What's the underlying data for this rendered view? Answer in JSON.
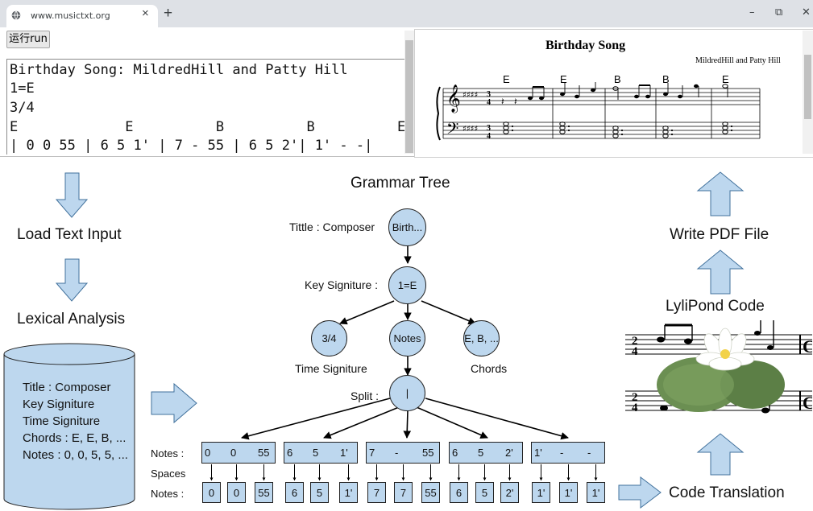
{
  "browser": {
    "tab_title": "www.musictxt.org",
    "tab_close": "×",
    "new_tab": "+",
    "minimize": "–",
    "restore": "⧉",
    "close": "✕",
    "run_button": "运行run"
  },
  "editor": {
    "lines": [
      "Birthday Song: MildredHill and Patty Hill",
      "1=E",
      "3/4",
      "E             E          B          B          E",
      "| 0 0 55 | 6 5 1' | 7 - 55 | 6 5 2'| 1' - -|"
    ]
  },
  "sheet": {
    "title": "Birthday Song",
    "composer": "MildredHill and Patty Hill",
    "chords": [
      "E",
      "E",
      "B",
      "B",
      "E"
    ]
  },
  "steps": {
    "load": "Load Text Input",
    "lexical": "Lexical Analysis",
    "write_pdf": "Write PDF File",
    "lilypond": "LyliPond Code",
    "translation": "Code Translation"
  },
  "database": {
    "lines": [
      "Title : Composer",
      "Key Signiture",
      "Time Signiture",
      "Chords : E, E, B, ...",
      "Notes : 0, 0, 5, 5, ..."
    ]
  },
  "tree": {
    "title": "Grammar Tree",
    "labels": {
      "title_composer": "Tittle : Composer",
      "key": "Key Signiture :",
      "time": "Time Signiture",
      "chords": "Chords",
      "split": "Split :"
    },
    "nodes": {
      "title": "Birth...",
      "key": "1=E",
      "time": "3/4",
      "notes": "Notes",
      "chords": "E, B, ...",
      "split": "|"
    }
  },
  "table": {
    "row_label_notes": "Notes :",
    "row_label_spaces": "Spaces",
    "row_label_notes2": "Notes :",
    "groups": [
      [
        "0",
        "0",
        "55"
      ],
      [
        "6",
        "5",
        "1'"
      ],
      [
        "7",
        "-",
        "55"
      ],
      [
        "6",
        "5",
        "2'"
      ],
      [
        "1'",
        "-",
        "-"
      ]
    ],
    "expanded": [
      "0",
      "0",
      "55",
      "6",
      "5",
      "1'",
      "7",
      "7",
      "55",
      "6",
      "5",
      "2'",
      "1'",
      "1'",
      "1'"
    ]
  },
  "colors": {
    "node_fill": "#bdd7ee",
    "outline": "#222222"
  }
}
